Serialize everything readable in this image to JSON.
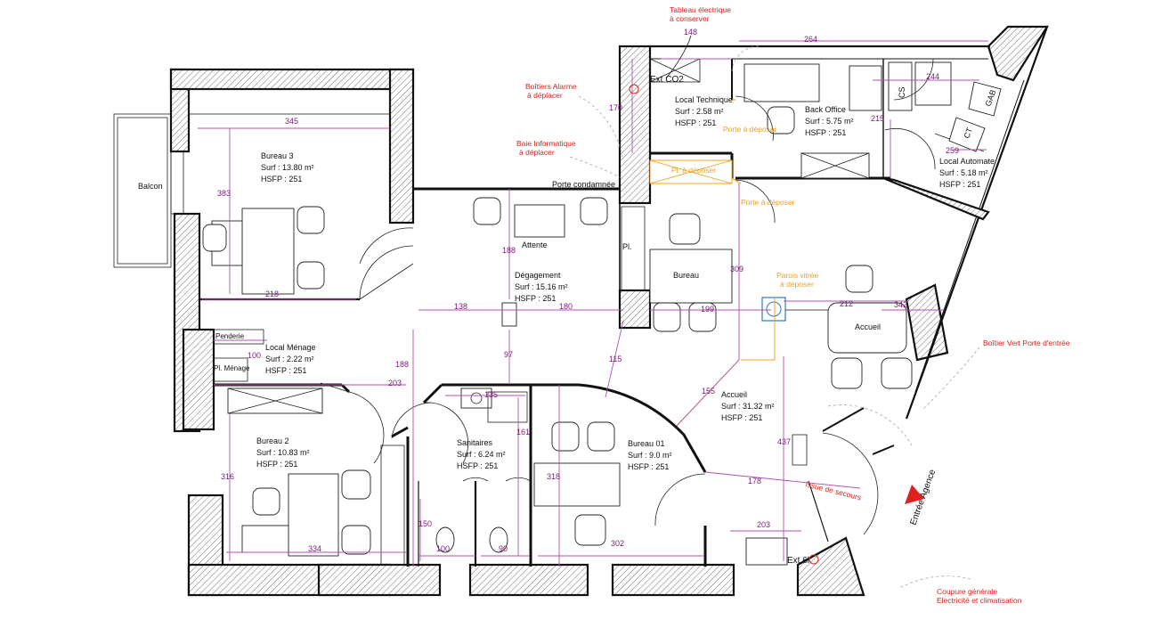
{
  "annotations_red": {
    "tableau": [
      "Tableau électrique",
      "à conserver"
    ],
    "boitiers": [
      "Boîtiers Alarme",
      "à déplacer"
    ],
    "baie": [
      "Baie Informatique",
      "à déplacer"
    ],
    "boitier_vert": "Boîtier Vert Porte d'entrée",
    "coupure": [
      "Coupure générale",
      "Electricité et climatisation"
    ],
    "issue": "Issue de secours"
  },
  "annotations_orange": {
    "porte1": "Porte à déposer",
    "porte2": "Porte à déposer",
    "placard": "Pl. à déposer",
    "parois": [
      "Parois vitrée",
      "à déposer"
    ]
  },
  "rooms": {
    "bureau3": {
      "name": "Bureau 3",
      "surf": "Surf : 13.80 m²",
      "hsfp": "HSFP : 251"
    },
    "local_tech": {
      "name": "Local Technique",
      "surf": "Surf : 2.58 m²",
      "hsfp": "HSFP : 251"
    },
    "back_office": {
      "name": "Back Office",
      "surf": "Surf : 5.75 m²",
      "hsfp": "HSFP : 251"
    },
    "local_auto": {
      "name": "Local Automate",
      "surf": "Surf : 5.18 m²",
      "hsfp": "HSFP : 251"
    },
    "degagement": {
      "name": "Dégagement",
      "surf": "Surf : 15.16 m²",
      "hsfp": "HSFP : 251"
    },
    "local_menage": {
      "name": "Local Ménage",
      "surf": "Surf : 2.22 m²",
      "hsfp": "HSFP : 251"
    },
    "bureau2": {
      "name": "Bureau 2",
      "surf": "Surf : 10.83 m²",
      "hsfp": "HSFP : 251"
    },
    "sanitaires": {
      "name": "Sanitaires",
      "surf": "Surf : 6.24 m²",
      "hsfp": "HSFP : 251"
    },
    "bureau01": {
      "name": "Bureau 01",
      "surf": "Surf : 9.0 m²",
      "hsfp": "HSFP : 251"
    },
    "accueil": {
      "name": "Accueil",
      "surf": "Surf : 31.32 m²",
      "hsfp": "HSFP : 251"
    }
  },
  "labels": {
    "balcon": "Balcon",
    "porte_condamnee": "Porte condamnée",
    "attente": "Attente",
    "pl": "Pl.",
    "bureau_desk": "Bureau",
    "accueil_desk": "Accueil",
    "penderie": "Penderie",
    "pl_menage": "Pl. Ménage",
    "ext_co2": "Ext CO2",
    "ext_6l": "Ext 6l",
    "cs": "CS",
    "gab": "GAB",
    "ct": "CT",
    "entree": "Entrée Agence"
  },
  "dims": {
    "d148": "148",
    "d264": "264",
    "d244": "244",
    "d170": "170",
    "d215": "215",
    "d259": "259",
    "d345": "345",
    "d383": "383",
    "d218": "218",
    "d188a": "188",
    "d138": "138",
    "d180": "180",
    "d199": "199",
    "d212": "212",
    "d342": "342",
    "d309": "309",
    "d100": "100",
    "d188b": "188",
    "d97": "97",
    "d115": "115",
    "d155": "155",
    "d203a": "203",
    "d135": "135",
    "d161": "161",
    "d316": "316",
    "d318": "318",
    "d437": "437",
    "d178": "178",
    "d150": "150",
    "d100b": "100",
    "d90": "90",
    "d334": "334",
    "d302": "302",
    "d203b": "203"
  }
}
